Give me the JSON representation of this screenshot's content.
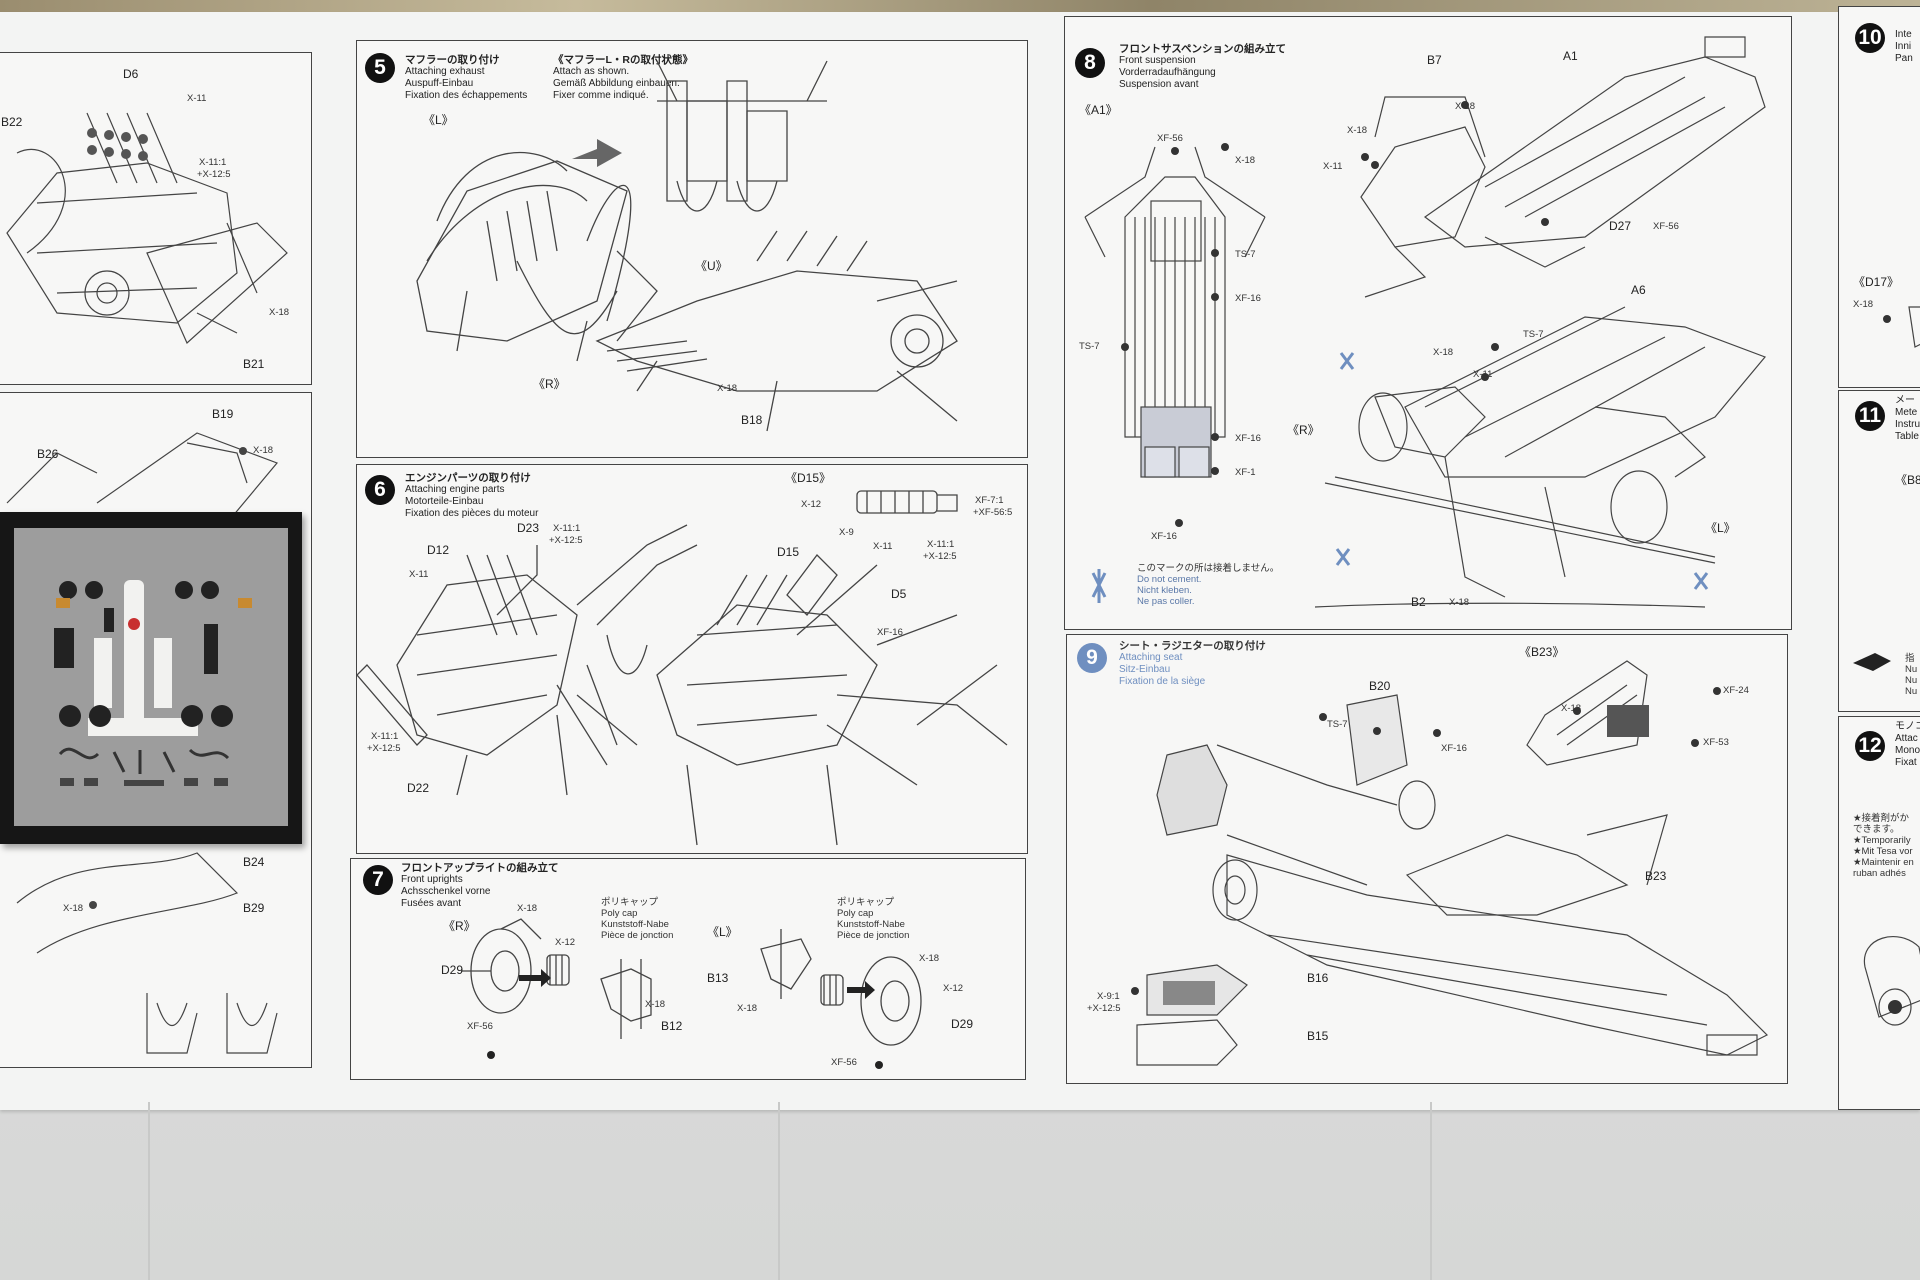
{
  "steps": {
    "s5": {
      "num": "5",
      "title_ja": "マフラーの取り付け",
      "title_en": "Attaching exhaust",
      "title_de": "Auspuff-Einbau",
      "title_fr": "Fixation des échappements",
      "note_ja": "《マフラーL・Rの取付状態》",
      "note_en": "Attach as shown.",
      "note_de": "Gemäß Abbildung einbauen.",
      "note_fr": "Fixer comme indiqué.",
      "labels": {
        "l": "《L》",
        "r": "《R》",
        "u": "《U》",
        "b18": "B18",
        "x18": "X-18"
      }
    },
    "s6": {
      "num": "6",
      "title_ja": "エンジンパーツの取り付け",
      "title_en": "Attaching engine parts",
      "title_de": "Motorteile-Einbau",
      "title_fr": "Fixation des pièces du moteur",
      "labels": {
        "d15_top": "《D15》",
        "x12": "X-12",
        "x9": "X-9",
        "x11": "X-11",
        "xf7": "XF-7:1",
        "xf56": "+XF-56:5",
        "mix_a": "X-11:1",
        "mix_b": "+X-12:5",
        "d23": "D23",
        "d12": "D12",
        "x11b": "X-11",
        "d22": "D22",
        "mix_c": "X-11:1",
        "mix_d": "+X-12:5",
        "mix_e": "X-11:1",
        "mix_f": "+X-12:5",
        "d15": "D15",
        "d5": "D5",
        "xf16": "XF-16"
      }
    },
    "s7": {
      "num": "7",
      "title_ja": "フロントアップライトの組み立て",
      "title_en": "Front uprights",
      "title_de": "Achsschenkel vorne",
      "title_fr": "Fusées avant",
      "labels": {
        "r": "《R》",
        "l": "《L》",
        "polycap_ja": "ポリキャップ",
        "polycap_en": "Poly cap",
        "polycap_de": "Kunststoff-Nabe",
        "polycap_fr": "Pièce de jonction",
        "polycap2_ja": "ポリキャップ",
        "polycap2_en": "Poly cap",
        "polycap2_de": "Kunststoff-Nabe",
        "polycap2_fr": "Pièce de jonction",
        "x18a": "X-18",
        "x12a": "X-12",
        "d29a": "D29",
        "xf56a": "XF-56",
        "x18b": "X-18",
        "b12": "B12",
        "b13": "B13",
        "x18c": "X-18",
        "x18d": "X-18",
        "x12b": "X-12",
        "d29b": "D29",
        "xf56b": "XF-56"
      }
    },
    "s8": {
      "num": "8",
      "title_ja": "フロントサスペンションの組み立て",
      "title_en": "Front suspension",
      "title_de": "Vorderradaufhängung",
      "title_fr": "Suspension avant",
      "labels": {
        "a1": "《A1》",
        "xf56": "XF-56",
        "x18": "X-18",
        "ts7": "TS-7",
        "xf16": "XF-16",
        "ts7b": "TS-7",
        "xf16b": "XF-16",
        "xf1": "XF-1",
        "xf16c": "XF-16",
        "b7": "B7",
        "a1b": "A1",
        "x18b": "X-18",
        "x18c": "X-18",
        "x11": "X-11",
        "d27": "D27",
        "xf56b": "XF-56",
        "a6": "A6",
        "ts7c": "TS-7",
        "x18d": "X-18",
        "x11b": "X-11",
        "r": "《R》",
        "l": "《L》",
        "b2": "B2",
        "x18e": "X-18",
        "warn_ja": "このマークの所は接着しません。",
        "warn_en": "Do not cement.",
        "warn_de": "Nicht kleben.",
        "warn_fr": "Ne pas coller."
      }
    },
    "s9": {
      "num": "9",
      "title_ja": "シート・ラジエターの取り付け",
      "title_en": "Attaching seat",
      "title_de": "Sitz-Einbau",
      "title_fr": "Fixation de la siège",
      "labels": {
        "b23top": "《B23》",
        "b20": "B20",
        "ts7": "TS-7",
        "xf16": "XF-16",
        "x18": "X-18",
        "xf24": "XF-24",
        "xf53": "XF-53",
        "b23": "B23",
        "b16": "B16",
        "b15": "B15",
        "mix_a": "X-9:1",
        "mix_b": "+X-12:5"
      }
    },
    "left": {
      "d6": "D6",
      "b22": "B22",
      "x11": "X-11",
      "mix_a": "X-11:1",
      "mix_b": "+X-12:5",
      "x18": "X-18",
      "b21": "B21",
      "b19": "B19",
      "x18b": "X-18",
      "b26": "B26",
      "b24": "B24",
      "x18c": "X-18",
      "b29": "B29"
    },
    "right": {
      "s10": "10",
      "s10_a": "Inte",
      "s10_b": "Inni",
      "s10_c": "Pan",
      "d17": "《D17》",
      "x18": "X-18",
      "s11": "11",
      "s11_a": "メー",
      "s11_b": "Mete",
      "s11_c": "Instru",
      "s11_d": "Table",
      "b8": "《B8",
      "misc_a": "指",
      "misc_b": "Nu",
      "misc_c": "Nu",
      "misc_d": "Nu",
      "s12": "12",
      "s12_top": "モノコ",
      "s12_a": "Attac",
      "s12_b": "Mono",
      "s12_c": "Fixat",
      "n1": "★接着剤がか",
      "n2": "できます。",
      "n3": "★Temporarily",
      "n4": "★Mit Tesa vor",
      "n5": "★Maintenir en",
      "n6": "ruban adhés"
    }
  },
  "colors": {
    "accent_blue": "#6f8fc0",
    "ink": "#222222",
    "frame": "#161616"
  }
}
